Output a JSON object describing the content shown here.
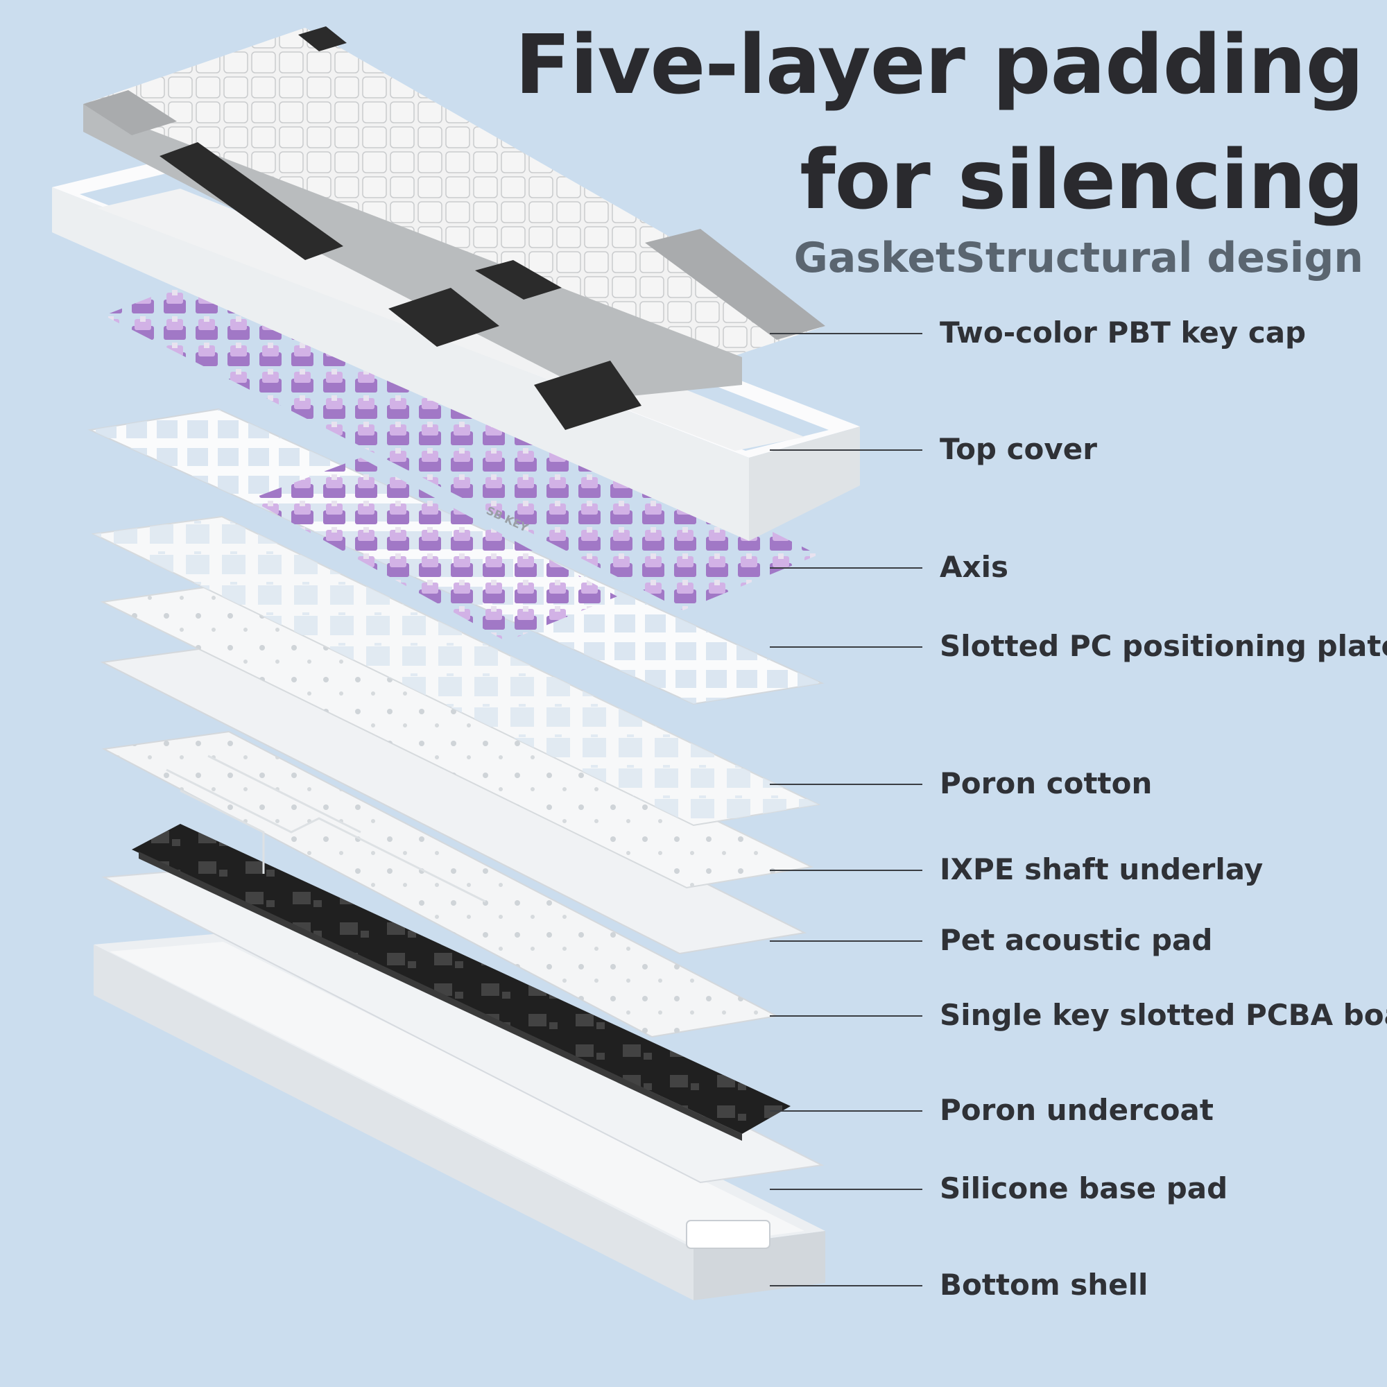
{
  "header": {
    "title_line_1": "Five-layer padding",
    "title_line_2": "for silencing",
    "subtitle": "GasketStructural design"
  },
  "keyboard": {
    "brand": "SB KEY"
  },
  "colors": {
    "background": "#cbddee",
    "switch_purple": "#b48ad2",
    "keycap_white": "#f4f4f4",
    "keycap_gray": "#a9abad",
    "keycap_black": "#2b2b2b",
    "poron_undercoat": "#1f1f1f"
  },
  "layers": [
    {
      "label": "Two-color PBT key cap"
    },
    {
      "label": "Top cover"
    },
    {
      "label": "Axis"
    },
    {
      "label": "Slotted PC positioning plate"
    },
    {
      "label": "Poron cotton"
    },
    {
      "label": "IXPE shaft underlay"
    },
    {
      "label": "Pet acoustic pad"
    },
    {
      "label": "Single key slotted PCBA board"
    },
    {
      "label": "Poron undercoat"
    },
    {
      "label": "Silicone base pad"
    },
    {
      "label": "Bottom shell"
    }
  ]
}
